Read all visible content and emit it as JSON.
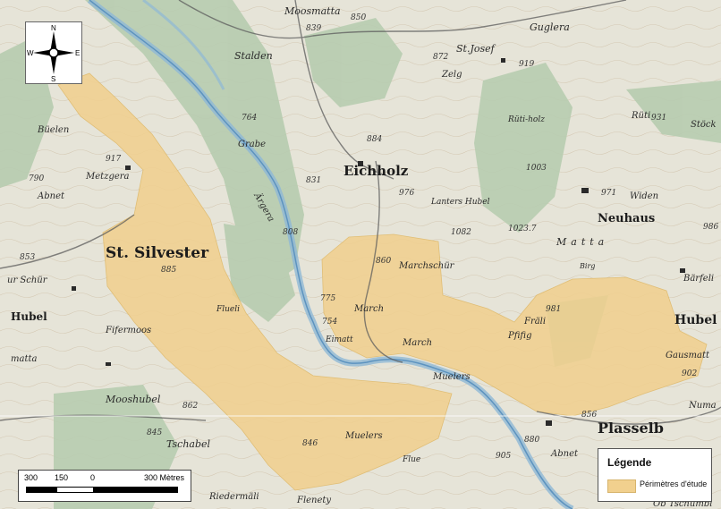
{
  "map": {
    "places": [
      {
        "name": "Moosmatta"
      },
      {
        "name": "Guglera"
      },
      {
        "name": "St.Josef"
      },
      {
        "name": "Stalden"
      },
      {
        "name": "Zelg"
      },
      {
        "name": "Rüti"
      },
      {
        "name": "Rüti-holz"
      },
      {
        "name": "Stöck"
      },
      {
        "name": "Büelen"
      },
      {
        "name": "Metzgera"
      },
      {
        "name": "Abnet"
      },
      {
        "name": "Grabe"
      },
      {
        "name": "Eichholz"
      },
      {
        "name": "Lanters Hubel"
      },
      {
        "name": "Widen"
      },
      {
        "name": "Neuhaus"
      },
      {
        "name": "Matta"
      },
      {
        "name": "St. Silvester"
      },
      {
        "name": "Marchschür"
      },
      {
        "name": "Bärfeli"
      },
      {
        "name": "ur Schür"
      },
      {
        "name": "March"
      },
      {
        "name": "Fräli"
      },
      {
        "name": "Hubel"
      },
      {
        "name": "Flueli"
      },
      {
        "name": "Eimatt"
      },
      {
        "name": "Pfifig"
      },
      {
        "name": "Fifermoos"
      },
      {
        "name": "matta"
      },
      {
        "name": "Gausmatt"
      },
      {
        "name": "Muelers"
      },
      {
        "name": "Numa"
      },
      {
        "name": "Mooshubel"
      },
      {
        "name": "Plasselb"
      },
      {
        "name": "Tschabel"
      },
      {
        "name": "Abnet"
      },
      {
        "name": "Flue"
      },
      {
        "name": "Riedermäli"
      },
      {
        "name": "Flenety"
      },
      {
        "name": "Ob Tschümbl"
      },
      {
        "name": "Birg"
      },
      {
        "name": "Ärgera"
      }
    ],
    "elevations": [
      "850",
      "839",
      "872",
      "919",
      "931",
      "764",
      "884",
      "917",
      "790",
      "831",
      "976",
      "1082",
      "1003",
      "971",
      "1023.7",
      "986",
      "808",
      "853",
      "885",
      "860",
      "981",
      "754",
      "902",
      "862",
      "845",
      "846",
      "905",
      "880",
      "775",
      "856"
    ]
  },
  "compass": {
    "n": "N",
    "s": "S",
    "e": "E",
    "w": "W"
  },
  "scale": {
    "labels": [
      "300",
      "150",
      "0",
      "300 Mètres"
    ]
  },
  "legend": {
    "title": "Légende",
    "item": "Périmètres d'étude"
  },
  "colors": {
    "study_area": "#f1d08e",
    "forest": "#b7ccb0",
    "river": "#8fb8d6",
    "terrain": "#e6e4d8"
  }
}
